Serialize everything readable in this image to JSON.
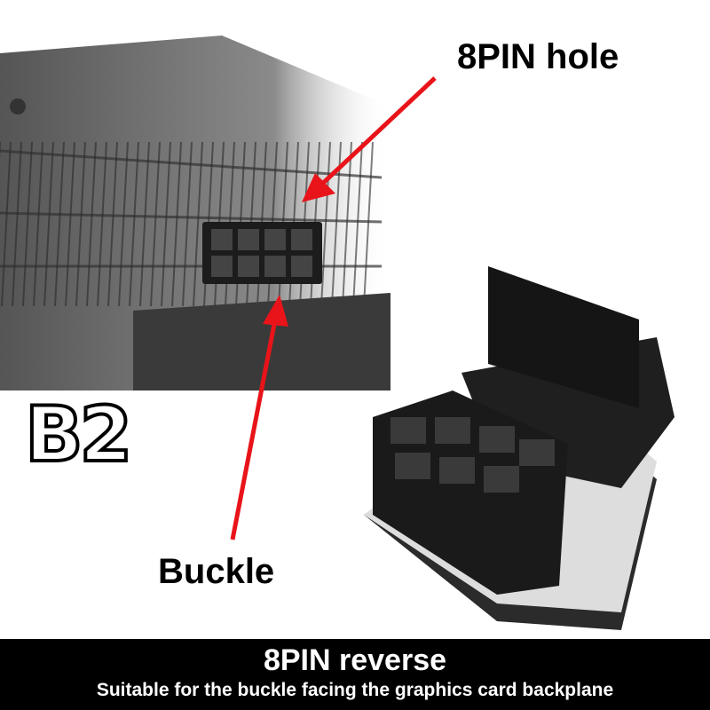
{
  "labels": {
    "hole": "8PIN hole",
    "buckle": "Buckle",
    "variant": "B2"
  },
  "banner": {
    "title": "8PIN reverse",
    "subtitle": "Suitable for the buckle facing the  graphics card backplane"
  },
  "colors": {
    "arrow": "#e8141a",
    "banner_bg": "#000000",
    "connector": "#1a1a1a"
  }
}
